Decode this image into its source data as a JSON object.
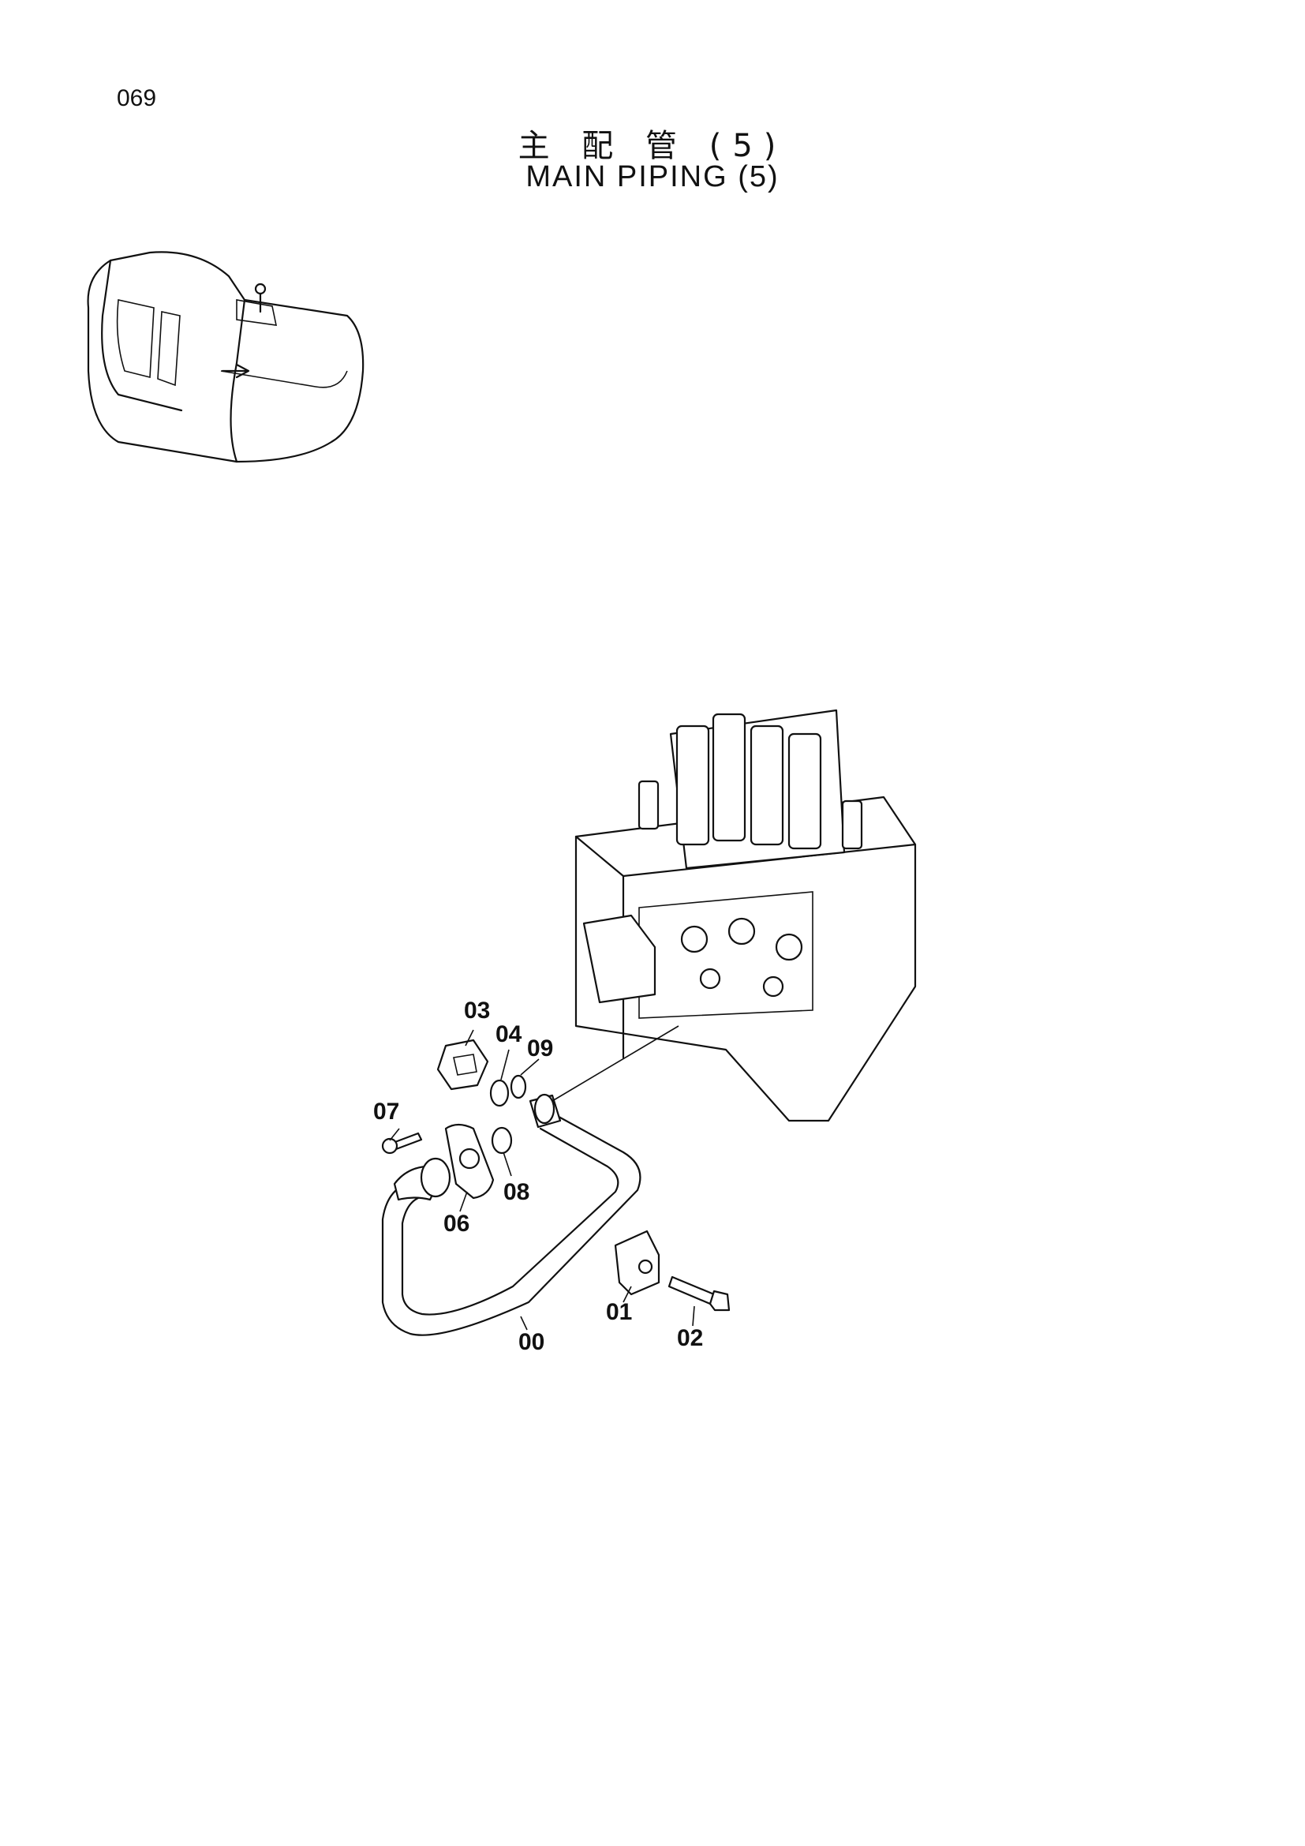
{
  "page": {
    "number": "069",
    "title_jp": "主 配 管 (5)",
    "title_en": "MAIN PIPING (5)"
  },
  "callouts": {
    "c00": "00",
    "c01": "01",
    "c02": "02",
    "c03": "03",
    "c04": "04",
    "c06": "06",
    "c07": "07",
    "c08": "08",
    "c09": "09"
  }
}
